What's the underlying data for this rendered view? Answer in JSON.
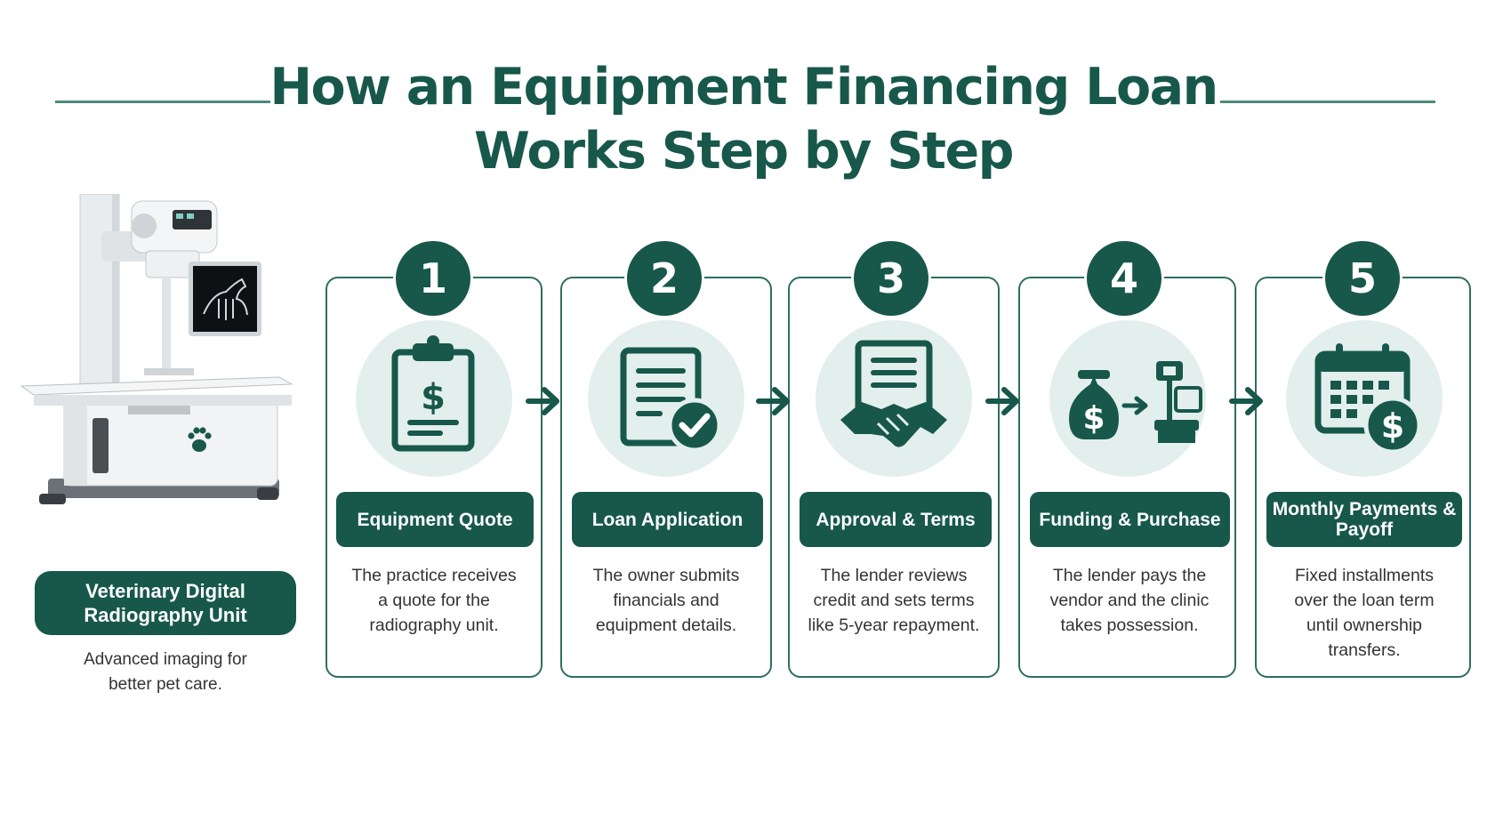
{
  "title": "How an Equipment Financing Loan\nWorks Step by Step",
  "equipment": {
    "name": "Veterinary Digital\nRadiography Unit",
    "caption": "Advanced imaging for\nbetter pet care.",
    "icons": [
      "x-ray-machine-illustration",
      "paw-icon",
      "dog-xray-monitor"
    ]
  },
  "steps": [
    {
      "number": "1",
      "label": "Equipment Quote",
      "description": "The practice receives\na quote for the\nradiography unit.",
      "icon": "clipboard-dollar-icon"
    },
    {
      "number": "2",
      "label": "Loan Application",
      "description": "The owner submits\nfinancials and\nequipment details.",
      "icon": "document-check-icon"
    },
    {
      "number": "3",
      "label": "Approval & Terms",
      "description": "The lender reviews\ncredit and sets terms\nlike 5-year repayment.",
      "icon": "handshake-contract-icon"
    },
    {
      "number": "4",
      "label": "Funding & Purchase",
      "description": "The lender pays the\nvendor and the clinic\ntakes possession.",
      "icon": "money-bag-to-equipment-icon"
    },
    {
      "number": "5",
      "label": "Monthly Payments &\nPayoff",
      "description": "Fixed installments\nover the loan term\nuntil ownership\ntransfers.",
      "icon": "calendar-dollar-icon"
    }
  ],
  "colors": {
    "primary": "#17584b",
    "icon_bg": "#e3efec",
    "border": "#2e6f62",
    "rule": "#4d8a7d"
  }
}
